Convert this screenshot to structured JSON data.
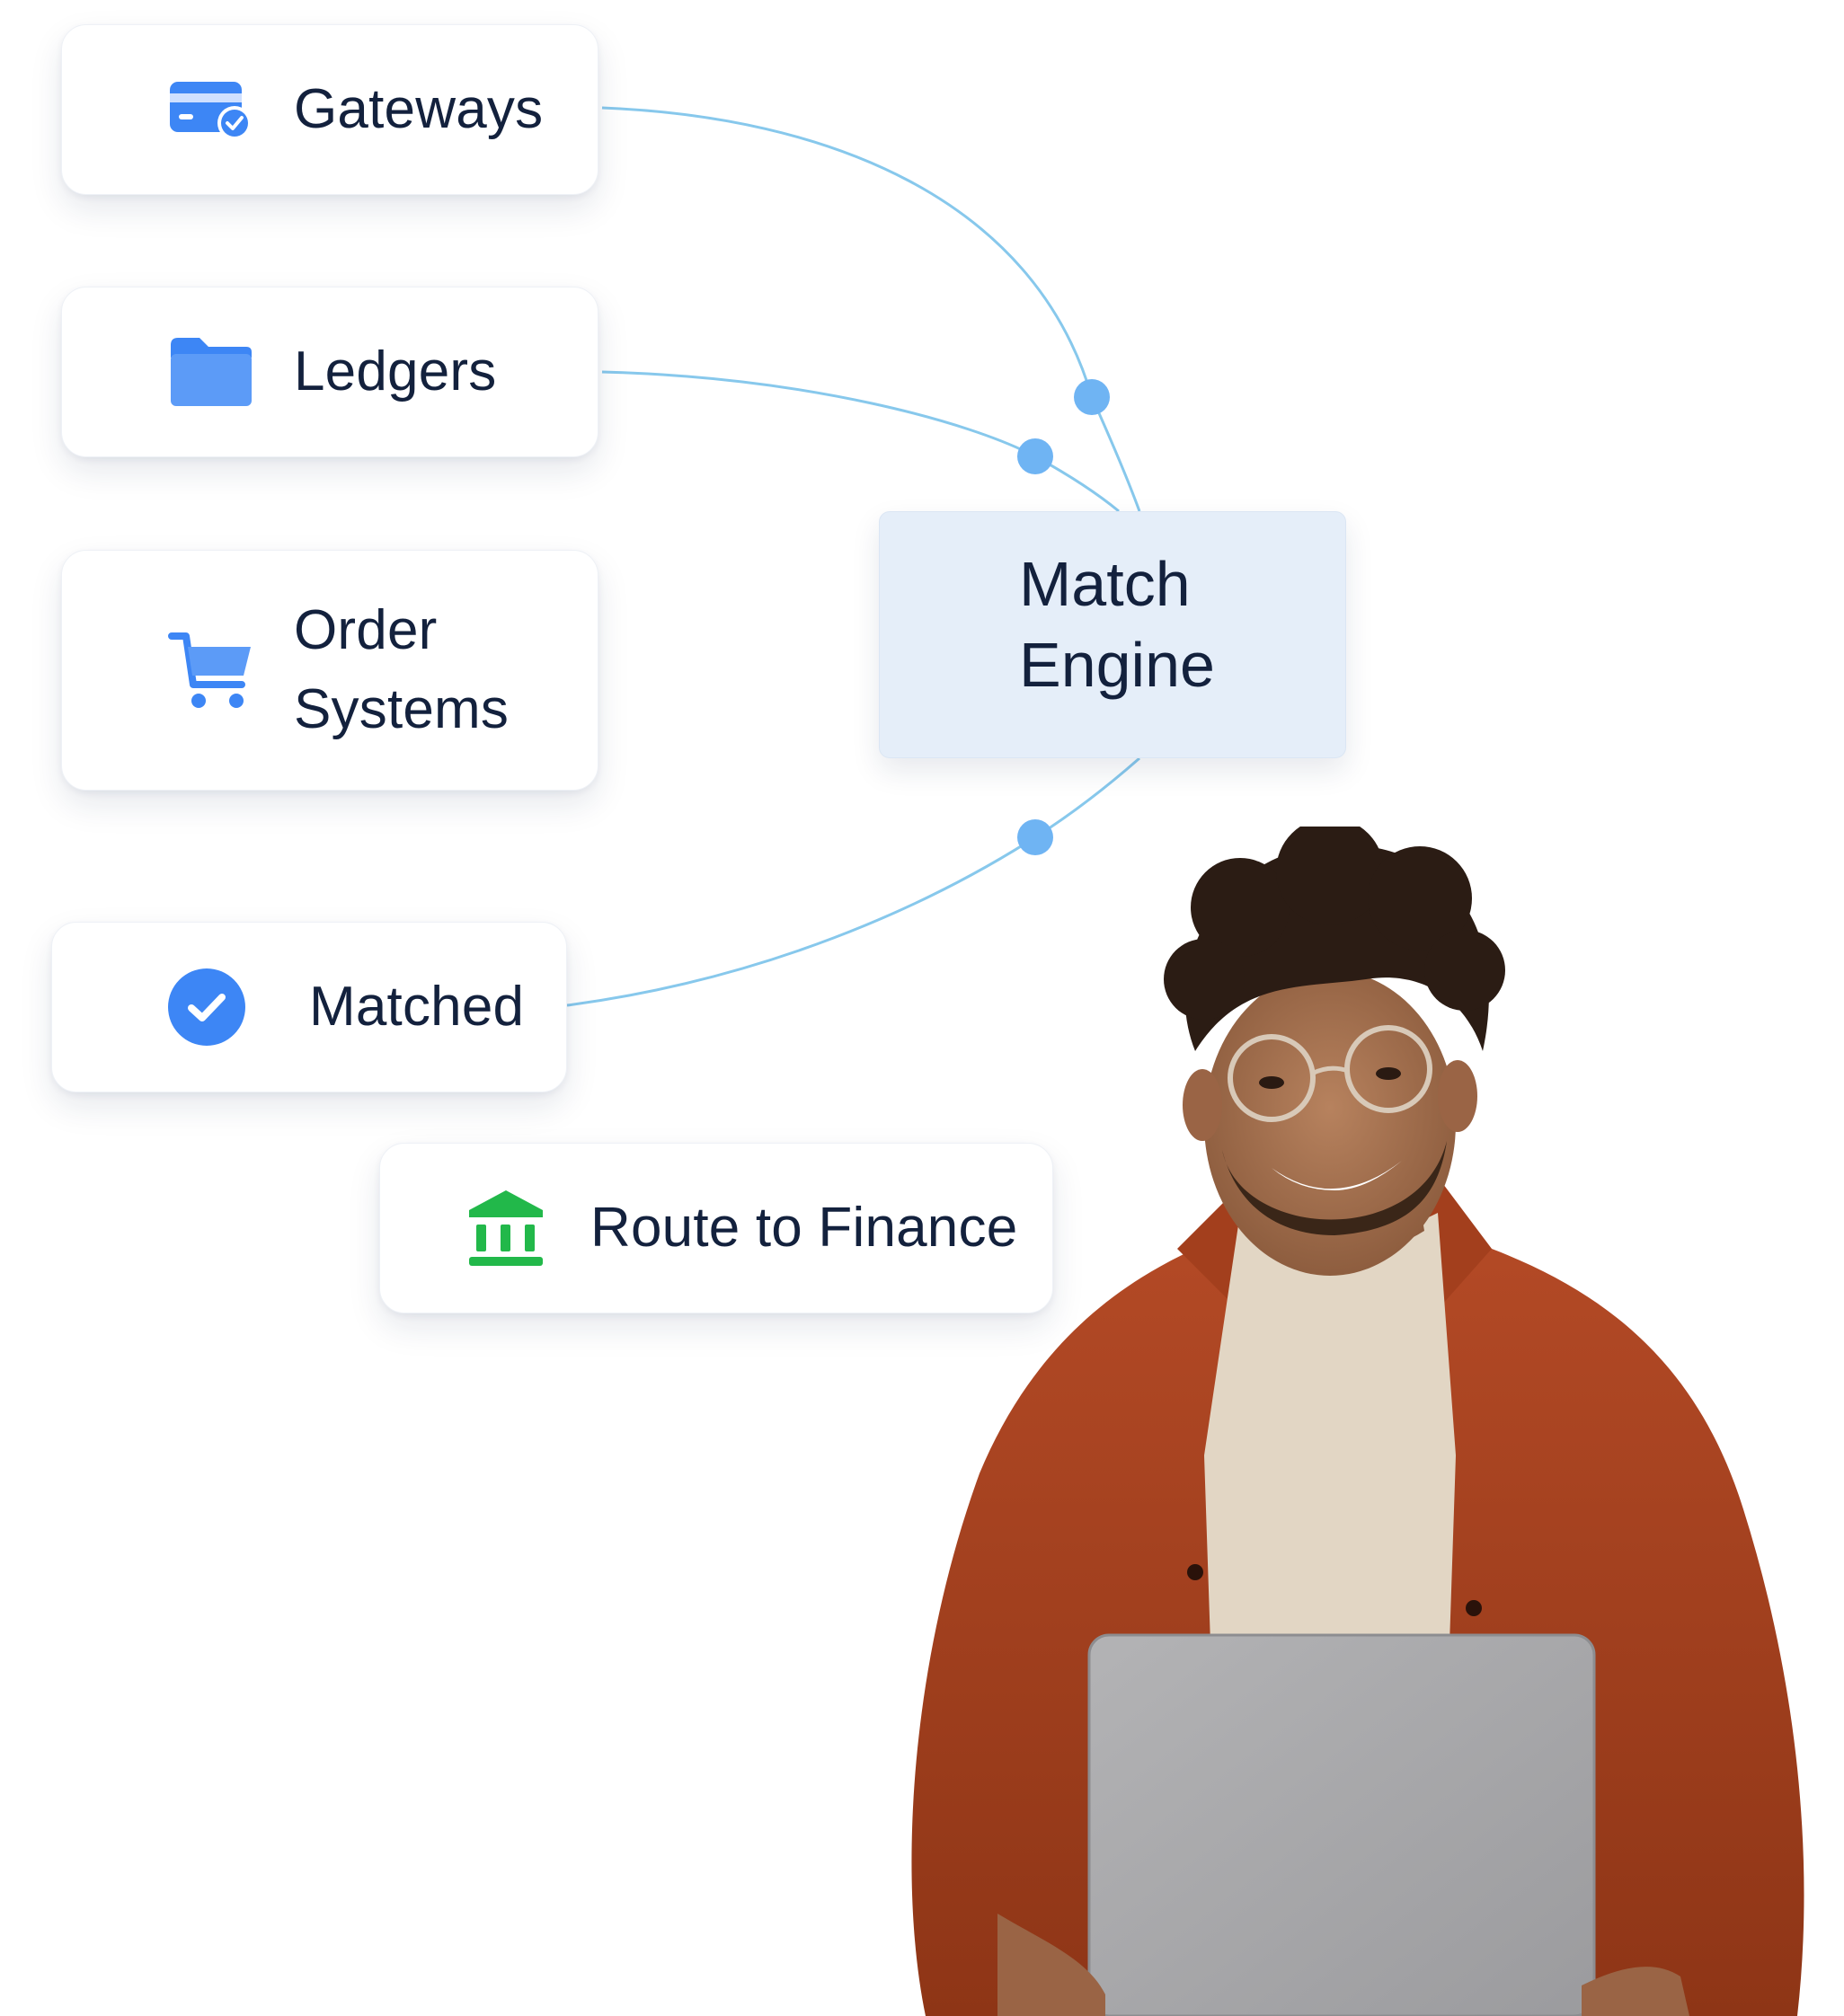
{
  "sources": [
    {
      "label": "Gateways",
      "icon": "card-check-icon"
    },
    {
      "label": "Ledgers",
      "icon": "folder-icon"
    },
    {
      "label": "Order Systems",
      "icon": "cart-icon"
    }
  ],
  "engine": {
    "label": "Match Engine"
  },
  "outputs": [
    {
      "label": "Matched",
      "icon": "check-circle-icon"
    },
    {
      "label": "Route to Finance",
      "icon": "bank-icon"
    }
  ],
  "colors": {
    "line": "#87c8ec",
    "node": "#6fb4f3",
    "icon_blue": "#3d86f5",
    "icon_green": "#22b84a",
    "engine_bg": "#e5eef9",
    "text": "#13213d"
  }
}
